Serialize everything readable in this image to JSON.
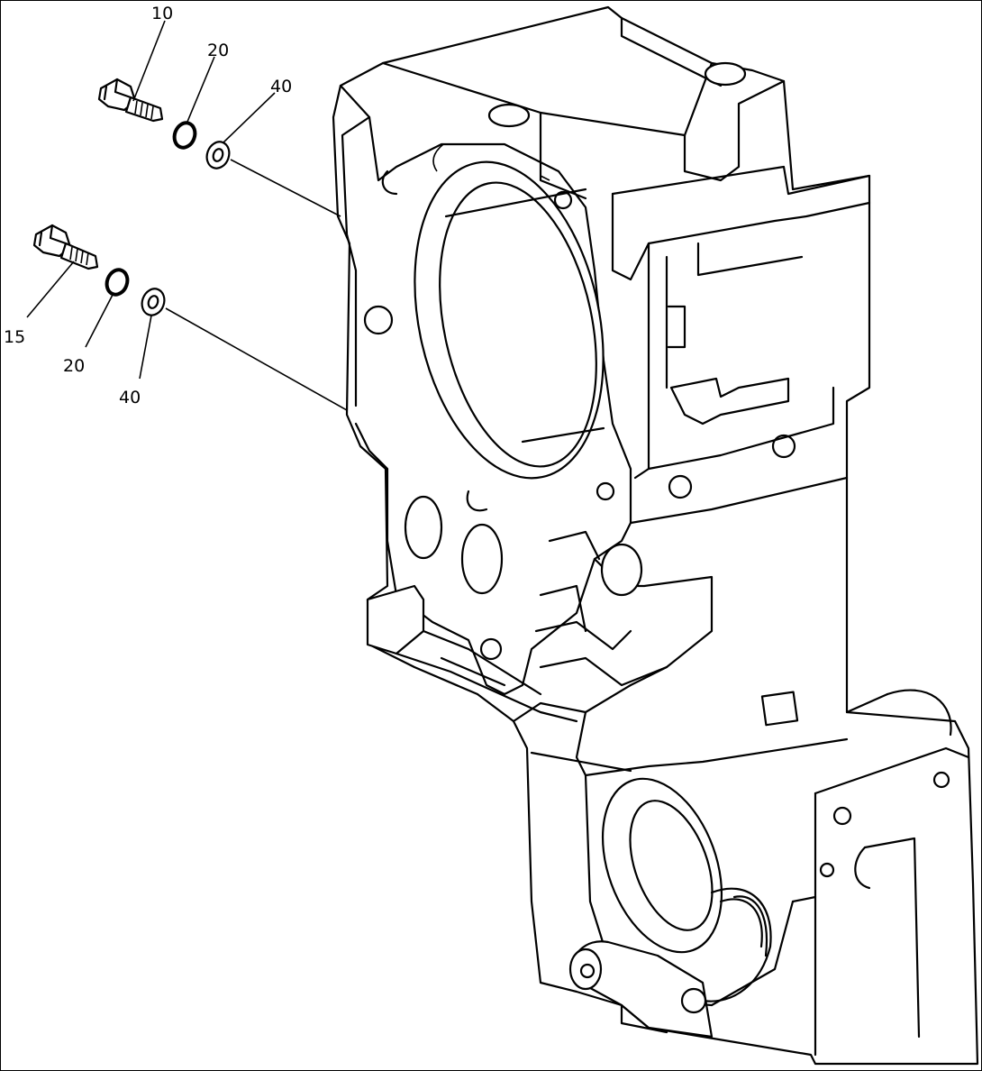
{
  "callouts": {
    "c1": "10",
    "c2": "20",
    "c3": "40",
    "c4": "15",
    "c5": "20",
    "c6": "40"
  }
}
